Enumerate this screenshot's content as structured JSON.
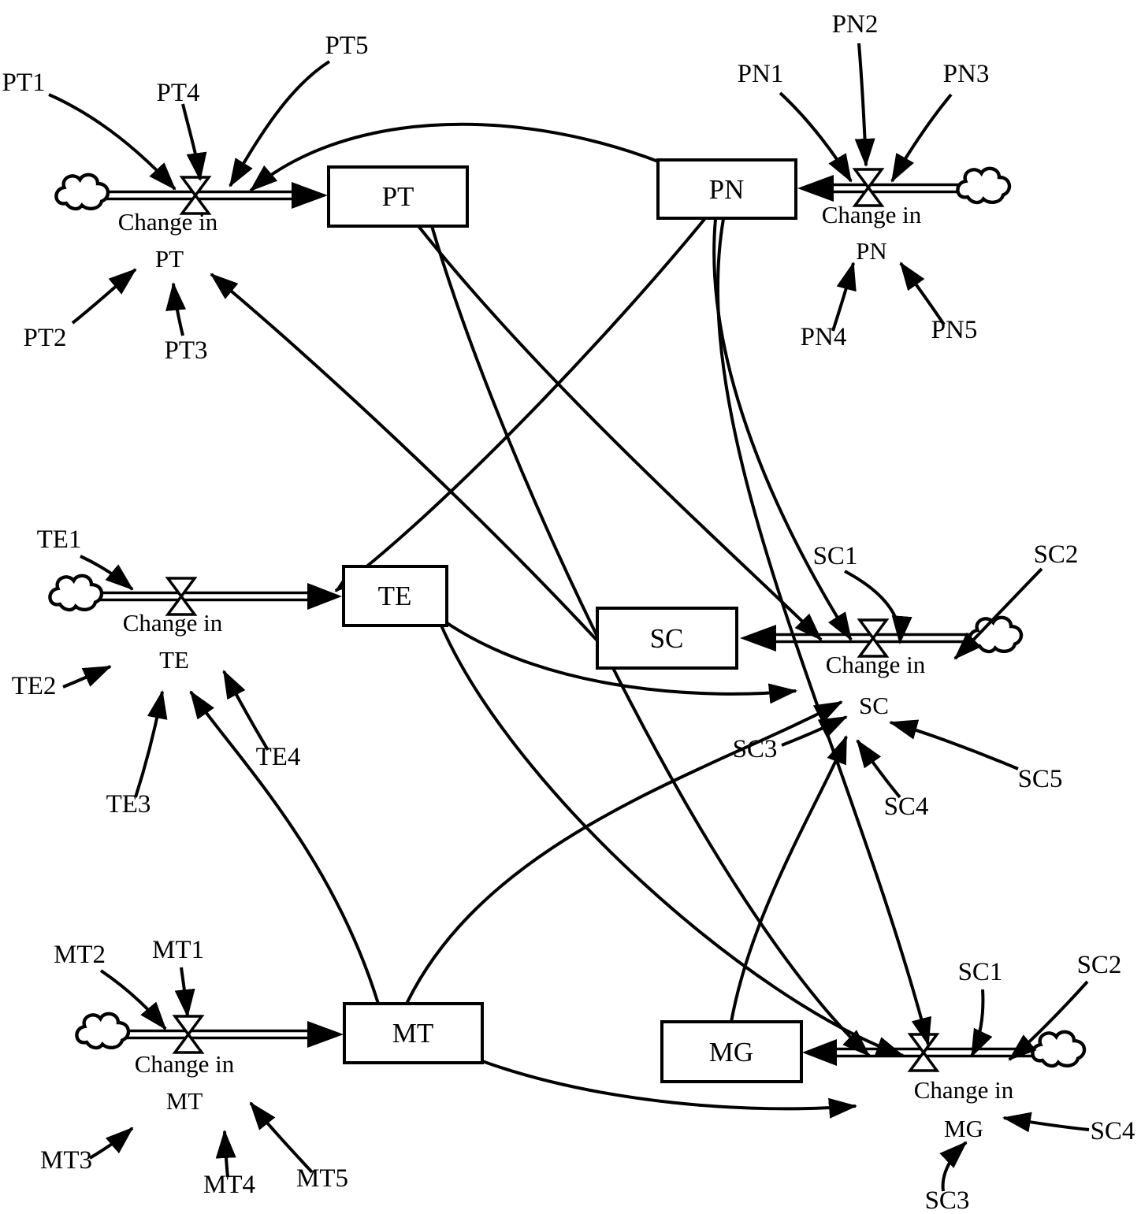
{
  "figure": {
    "type": "stock-and-flow-diagram",
    "colors": {
      "ink": "#000000",
      "background": "#ffffff"
    },
    "stocks": [
      {
        "id": "PT",
        "label": "PT"
      },
      {
        "id": "PN",
        "label": "PN"
      },
      {
        "id": "TE",
        "label": "TE"
      },
      {
        "id": "SC",
        "label": "SC"
      },
      {
        "id": "MT",
        "label": "MT"
      },
      {
        "id": "MG",
        "label": "MG"
      }
    ],
    "flow_label_line1": "Change in",
    "flows": [
      {
        "stock": "PT",
        "label_line2": "PT"
      },
      {
        "stock": "PN",
        "label_line2": "PN"
      },
      {
        "stock": "TE",
        "label_line2": "TE"
      },
      {
        "stock": "SC",
        "label_line2": "SC"
      },
      {
        "stock": "MT",
        "label_line2": "MT"
      },
      {
        "stock": "MG",
        "label_line2": "MG"
      }
    ],
    "factor_labels": {
      "pt": [
        "PT1",
        "PT2",
        "PT3",
        "PT4",
        "PT5"
      ],
      "pn": [
        "PN1",
        "PN2",
        "PN3",
        "PN4",
        "PN5"
      ],
      "te": [
        "TE1",
        "TE2",
        "TE3",
        "TE4"
      ],
      "sc": [
        "SC1",
        "SC2",
        "SC3",
        "SC4",
        "SC5"
      ],
      "mt": [
        "MT1",
        "MT2",
        "MT3",
        "MT4",
        "MT5"
      ],
      "mg": [
        "SC1",
        "SC2",
        "SC3",
        "SC4"
      ]
    }
  }
}
